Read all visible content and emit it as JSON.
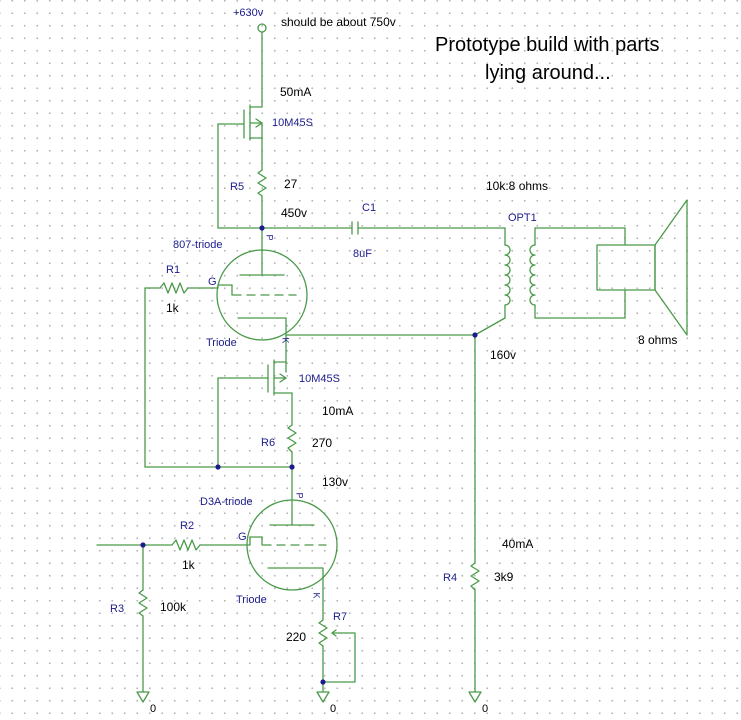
{
  "colors": {
    "wire": "#4a9a4a",
    "component": "#4a9a4a",
    "label": "#000000",
    "part_label": "#1c1c8c",
    "grid_dot": "#b4b4b4"
  },
  "note": {
    "line1": "Prototype build with parts",
    "line2": "lying around..."
  },
  "supply": {
    "voltage": "+630v",
    "comment": "should be about 750v"
  },
  "mosfet_top": {
    "part": "10M45S",
    "current": "50mA"
  },
  "r5": {
    "ref": "R5",
    "value": "27"
  },
  "plate_807_voltage": "450v",
  "c1": {
    "ref": "C1",
    "value": "8uF"
  },
  "opt1": {
    "ref": "OPT1",
    "ratio": "10k:8 ohms"
  },
  "speaker": {
    "icon": "speaker-icon",
    "impedance": "8 ohms"
  },
  "tube_807": {
    "name": "807-triode",
    "type": "Triode",
    "pin_p": "P",
    "pin_g": "G",
    "pin_k": "K"
  },
  "r1": {
    "ref": "R1",
    "value": "1k"
  },
  "b_plus_node_voltage": "160v",
  "mosfet_mid": {
    "part": "10M45S",
    "current": "10mA"
  },
  "r6": {
    "ref": "R6",
    "value": "270"
  },
  "plate_d3a_voltage": "130v",
  "tube_d3a": {
    "name": "D3A-triode",
    "type": "Triode",
    "pin_p": "P",
    "pin_g": "G",
    "pin_k": "K"
  },
  "r2": {
    "ref": "R2",
    "value": "1k"
  },
  "r3": {
    "ref": "R3",
    "value": "100k"
  },
  "r4": {
    "ref": "R4",
    "value": "3k9",
    "current": "40mA"
  },
  "r7": {
    "ref": "R7",
    "value": "220"
  },
  "ground_label": "0"
}
